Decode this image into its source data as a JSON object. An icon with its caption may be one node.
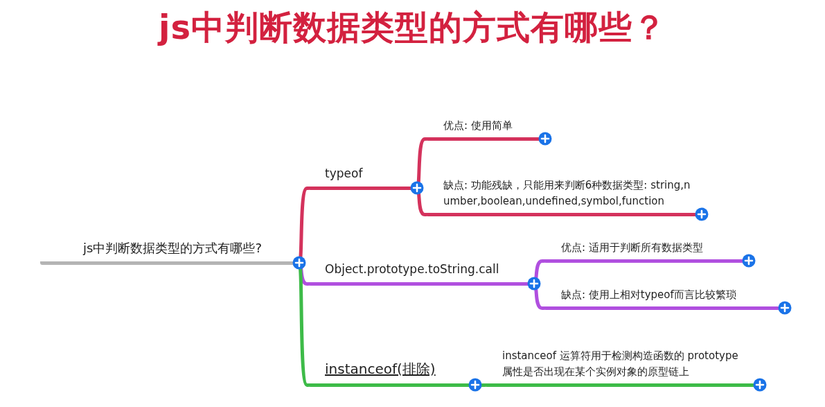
{
  "diagram": {
    "title": "js中判断数据类型的方式有哪些？",
    "nodes": [
      {
        "text": [
          "js中判断数据类型的方式有哪些?"
        ]
      },
      {
        "text": [
          "typeof"
        ]
      },
      {
        "text": [
          "优点: 使用简单"
        ]
      },
      {
        "text": [
          "缺点: 功能残缺，只能用来判断6种数据类型: string,number,boolean,undefined,symbol,function"
        ]
      },
      {
        "text": [
          "Object.prototype.toString.call"
        ]
      },
      {
        "text": [
          "优点: 适用于判断所有数据类型"
        ]
      },
      {
        "text": [
          "缺点: 使用上相对typeof而言比较繁琐"
        ]
      },
      {
        "text": [
          "instanceof(排除)"
        ]
      },
      {
        "text": [
          "instanceof 运算符用于检测构造函数的 prototype 属性是否出现在某个实例对象的原型链上"
        ]
      }
    ],
    "edges": [
      {
        "from": 0,
        "to": 1,
        "arrow": "none"
      },
      {
        "from": 0,
        "to": 4,
        "arrow": "none",
        "color": "#b04fdf"
      },
      {
        "from": 0,
        "to": 7,
        "arrow": "none",
        "color": "#3dbb48"
      },
      {
        "from": 1,
        "to": 2,
        "arrow": "none"
      },
      {
        "from": 1,
        "to": 3,
        "arrow": "none"
      },
      {
        "from": 4,
        "to": 5,
        "arrow": "none",
        "color": "#b04fdf"
      },
      {
        "from": 4,
        "to": 6,
        "arrow": "none",
        "color": "#b04fdf"
      },
      {
        "from": 7,
        "to": 8,
        "arrow": "none",
        "color": "#3dbb48"
      }
    ]
  }
}
